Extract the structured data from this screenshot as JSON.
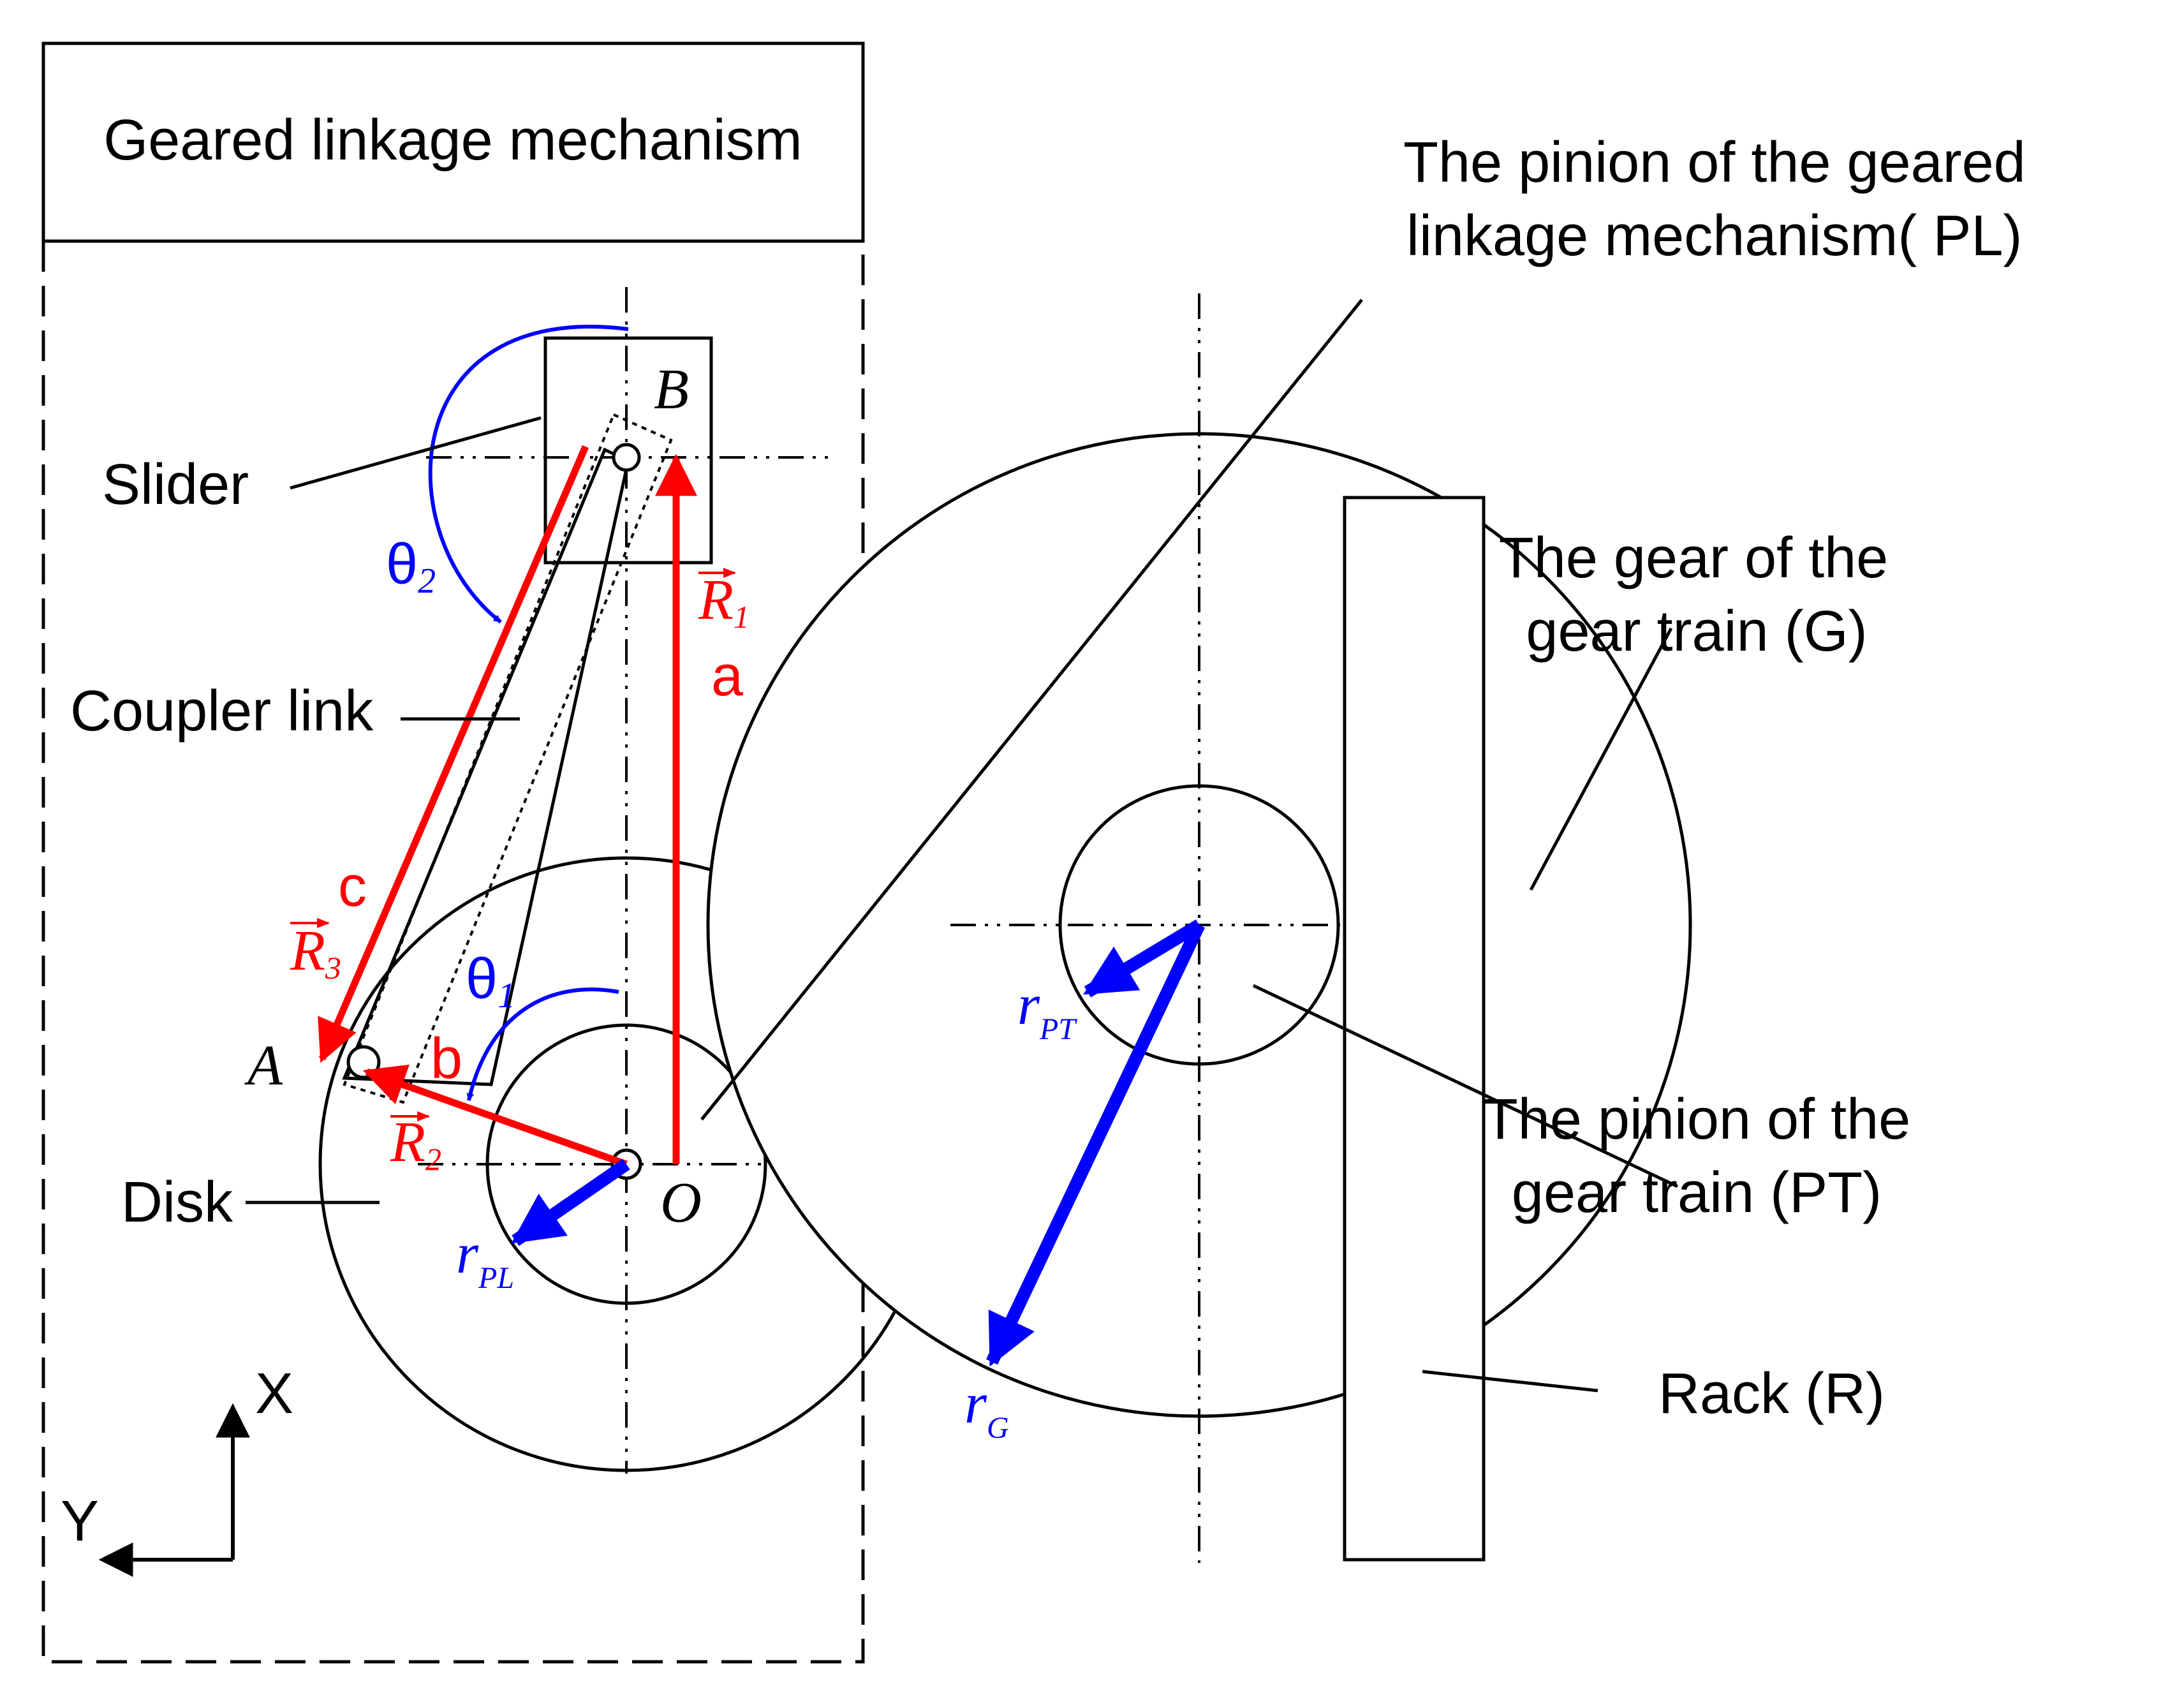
{
  "title": "Geared linkage mechanism",
  "labels": {
    "slider": "Slider",
    "coupler": "Coupler link",
    "disk": "Disk",
    "pl_line1": "The pinion of the geared",
    "pl_line2": "linkage mechanism( PL)",
    "g_line1": "The gear of the",
    "g_line2": "gear train (G)",
    "pt_line1": "The pinion of the",
    "pt_line2": "gear train (PT)",
    "rack": "Rack (R)"
  },
  "points": {
    "A": "A",
    "B": "B",
    "O": "O"
  },
  "lengths": {
    "a": "a",
    "b": "b",
    "c": "c"
  },
  "vectors": {
    "R1": {
      "base": "R",
      "sub": "1"
    },
    "R2": {
      "base": "R",
      "sub": "2"
    },
    "R3": {
      "base": "R",
      "sub": "3"
    }
  },
  "angles": {
    "theta1": {
      "base": "θ",
      "sub": "1"
    },
    "theta2": {
      "base": "θ",
      "sub": "2"
    }
  },
  "radii": {
    "rPL": {
      "base": "r",
      "sub": "PL"
    },
    "rPT": {
      "base": "r",
      "sub": "PT"
    },
    "rG": {
      "base": "r",
      "sub": "G"
    }
  },
  "axes": {
    "x": "X",
    "y": "Y"
  },
  "colors": {
    "vector": "#ff0000",
    "radius": "#0000ff",
    "line": "#000000"
  }
}
